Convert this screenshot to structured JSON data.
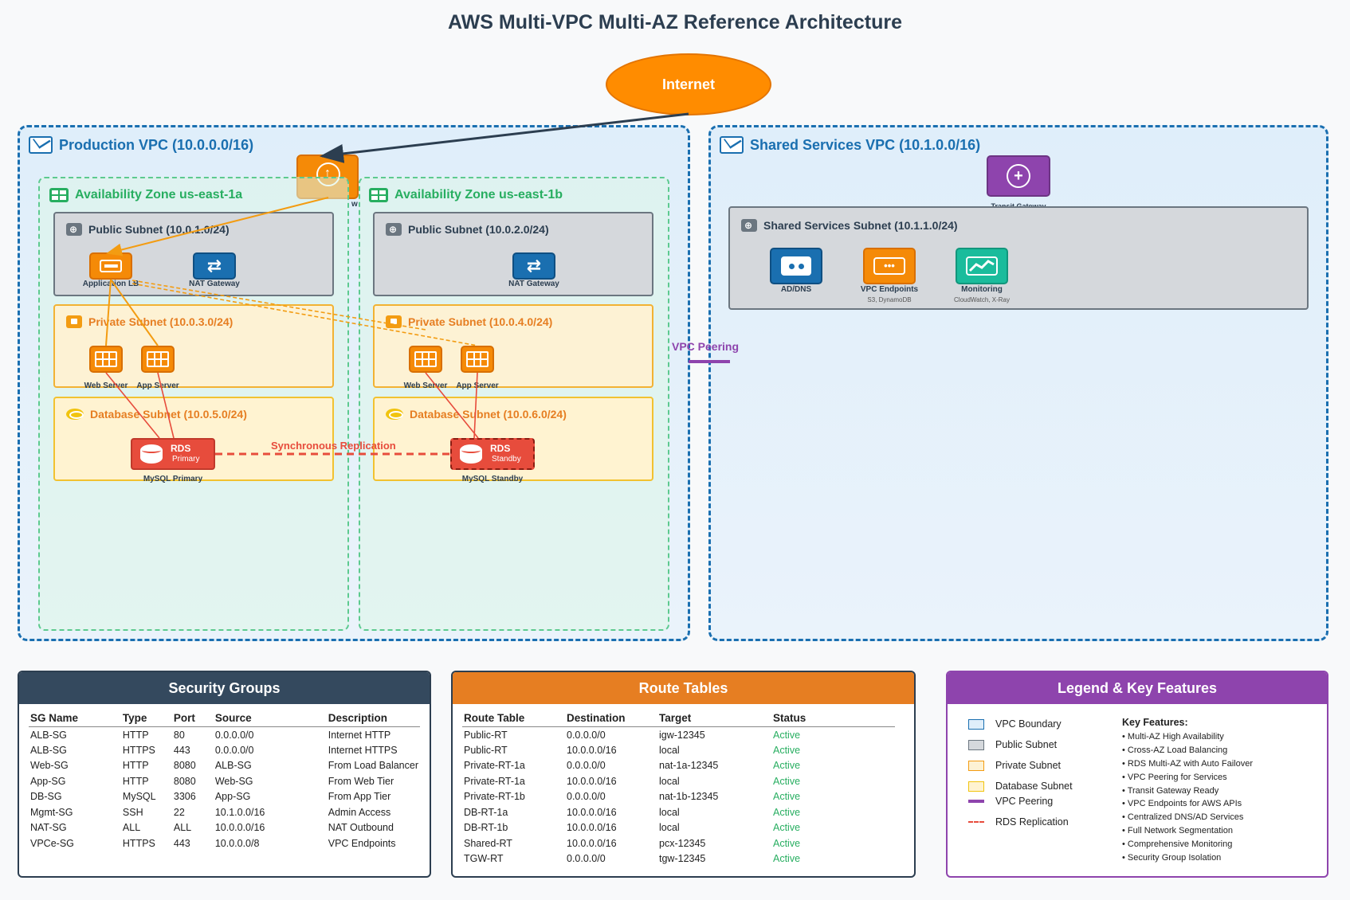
{
  "title": "AWS Multi-VPC Multi-AZ Reference Architecture",
  "internet": "Internet",
  "production_vpc": {
    "title": "Production VPC (10.0.0.0/16)",
    "igw_label_fragment": "w",
    "az_a": {
      "title": "Availability Zone us-east-1a",
      "public_subnet": "Public Subnet (10.0.1.0/24)",
      "private_subnet": "Private Subnet (10.0.3.0/24)",
      "db_subnet": "Database Subnet (10.0.5.0/24)",
      "alb_label": "Application LB",
      "nat_label": "NAT Gateway",
      "web_label": "Web Server",
      "app_label": "App Server",
      "rds_name": "RDS",
      "rds_role": "Primary",
      "rds_caption": "MySQL Primary"
    },
    "az_b": {
      "title": "Availability Zone us-east-1b",
      "public_subnet": "Public Subnet (10.0.2.0/24)",
      "private_subnet": "Private Subnet (10.0.4.0/24)",
      "db_subnet": "Database Subnet (10.0.6.0/24)",
      "nat_label": "NAT Gateway",
      "web_label": "Web Server",
      "app_label": "App Server",
      "rds_name": "RDS",
      "rds_role": "Standby",
      "rds_caption": "MySQL Standby"
    },
    "replication_label": "Synchronous Replication"
  },
  "peering_label": "VPC Peering",
  "shared_vpc": {
    "title": "Shared Services VPC (10.1.0.0/16)",
    "tgw_label": "Transit Gateway",
    "subnet_title": "Shared Services Subnet (10.1.1.0/24)",
    "services": [
      {
        "label": "AD/DNS",
        "sub": ""
      },
      {
        "label": "VPC Endpoints",
        "sub": "S3, DynamoDB"
      },
      {
        "label": "Monitoring",
        "sub": "CloudWatch, X-Ray"
      }
    ]
  },
  "security_groups": {
    "title": "Security Groups",
    "headers": [
      "SG Name",
      "Type",
      "Port",
      "Source",
      "Description"
    ],
    "rows": [
      [
        "ALB-SG",
        "HTTP",
        "80",
        "0.0.0.0/0",
        "Internet HTTP"
      ],
      [
        "ALB-SG",
        "HTTPS",
        "443",
        "0.0.0.0/0",
        "Internet HTTPS"
      ],
      [
        "Web-SG",
        "HTTP",
        "8080",
        "ALB-SG",
        "From Load Balancer"
      ],
      [
        "App-SG",
        "HTTP",
        "8080",
        "Web-SG",
        "From Web Tier"
      ],
      [
        "DB-SG",
        "MySQL",
        "3306",
        "App-SG",
        "From App Tier"
      ],
      [
        "Mgmt-SG",
        "SSH",
        "22",
        "10.1.0.0/16",
        "Admin Access"
      ],
      [
        "NAT-SG",
        "ALL",
        "ALL",
        "10.0.0.0/16",
        "NAT Outbound"
      ],
      [
        "VPCe-SG",
        "HTTPS",
        "443",
        "10.0.0.0/8",
        "VPC Endpoints"
      ]
    ]
  },
  "route_tables": {
    "title": "Route Tables",
    "headers": [
      "Route Table",
      "Destination",
      "Target",
      "Status"
    ],
    "rows": [
      [
        "Public-RT",
        "0.0.0.0/0",
        "igw-12345",
        "Active"
      ],
      [
        "Public-RT",
        "10.0.0.0/16",
        "local",
        "Active"
      ],
      [
        "Private-RT-1a",
        "0.0.0.0/0",
        "nat-1a-12345",
        "Active"
      ],
      [
        "Private-RT-1a",
        "10.0.0.0/16",
        "local",
        "Active"
      ],
      [
        "Private-RT-1b",
        "0.0.0.0/0",
        "nat-1b-12345",
        "Active"
      ],
      [
        "DB-RT-1a",
        "10.0.0.0/16",
        "local",
        "Active"
      ],
      [
        "DB-RT-1b",
        "10.0.0.0/16",
        "local",
        "Active"
      ],
      [
        "Shared-RT",
        "10.0.0.0/16",
        "pcx-12345",
        "Active"
      ],
      [
        "TGW-RT",
        "0.0.0.0/0",
        "tgw-12345",
        "Active"
      ]
    ]
  },
  "legend": {
    "title": "Legend & Key Features",
    "items": [
      "VPC Boundary",
      "Public Subnet",
      "Private Subnet",
      "Database Subnet",
      "VPC Peering",
      "RDS Replication"
    ],
    "features_title": "Key Features:",
    "features": [
      "• Multi-AZ High Availability",
      "• Cross-AZ Load Balancing",
      "• RDS Multi-AZ with Auto Failover",
      "• VPC Peering for Services",
      "• Transit Gateway Ready",
      "• VPC Endpoints for AWS APIs",
      "• Centralized DNS/AD Services",
      "• Full Network Segmentation",
      "• Comprehensive Monitoring",
      "• Security Group Isolation"
    ]
  },
  "colors": {
    "vpc": "#1a6fb0",
    "az": "#27ae60",
    "public": "#d5d8dc",
    "private": "#f39c12",
    "database": "#f1c40f",
    "rds": "#e74c3c",
    "peering": "#8e44ad",
    "sg_header": "#34495e",
    "rt_header": "#e67e22",
    "legend_header": "#8e44ad"
  }
}
